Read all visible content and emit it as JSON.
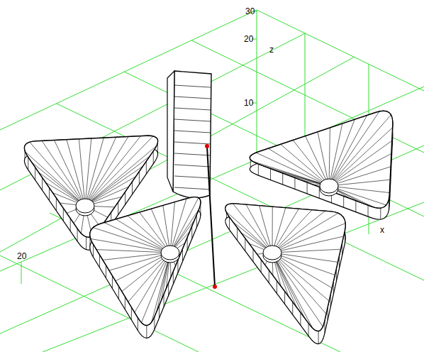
{
  "diagram": {
    "labels": [
      "30",
      "20",
      "10",
      "z",
      "x",
      "20"
    ]
  }
}
